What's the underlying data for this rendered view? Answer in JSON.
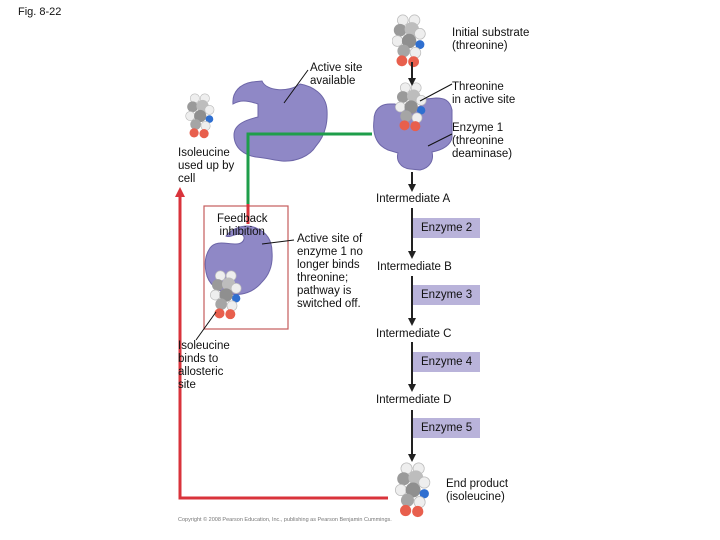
{
  "figure_label": "Fig. 8-22",
  "labels": {
    "initial_substrate": "Initial substrate\n(threonine)",
    "active_site_available": "Active site\navailable",
    "threonine_in_active_site": "Threonine\nin active site",
    "enzyme1_desc": "Enzyme 1\n(threonine\ndeaminase)",
    "isoleucine_used": "Isoleucine\nused up by\ncell",
    "feedback_inhibition": "Feedback\ninhibition",
    "active_site_off": "Active site of\nenzyme 1 no\nlonger binds\nthreonine;\npathway is\nswitched off.",
    "isoleucine_binds": "Isoleucine\nbinds to\nallosteric\nsite",
    "end_product": "End product\n(isoleucine)"
  },
  "intermediates": {
    "a": "Intermediate A",
    "b": "Intermediate B",
    "c": "Intermediate C",
    "d": "Intermediate D"
  },
  "enzymes": {
    "e2": "Enzyme 2",
    "e3": "Enzyme 3",
    "e4": "Enzyme 4",
    "e5": "Enzyme 5"
  },
  "copyright": "Copyright © 2008 Pearson Education, Inc., publishing as Pearson Benjamin Cummings.",
  "colors": {
    "enzyme_fill": "#8f88c6",
    "enzyme_stroke": "#6d66a8",
    "label_bg": "#b9b3da",
    "arrow_green": "#1e9e4a",
    "arrow_red": "#d9333b",
    "arrow_black": "#222222",
    "box_border": "#c45c5c",
    "atom_white": "#eeeeee",
    "atom_gray": "#9a9a9a",
    "atom_red": "#e85f4d",
    "atom_blue": "#2f6fd0"
  }
}
